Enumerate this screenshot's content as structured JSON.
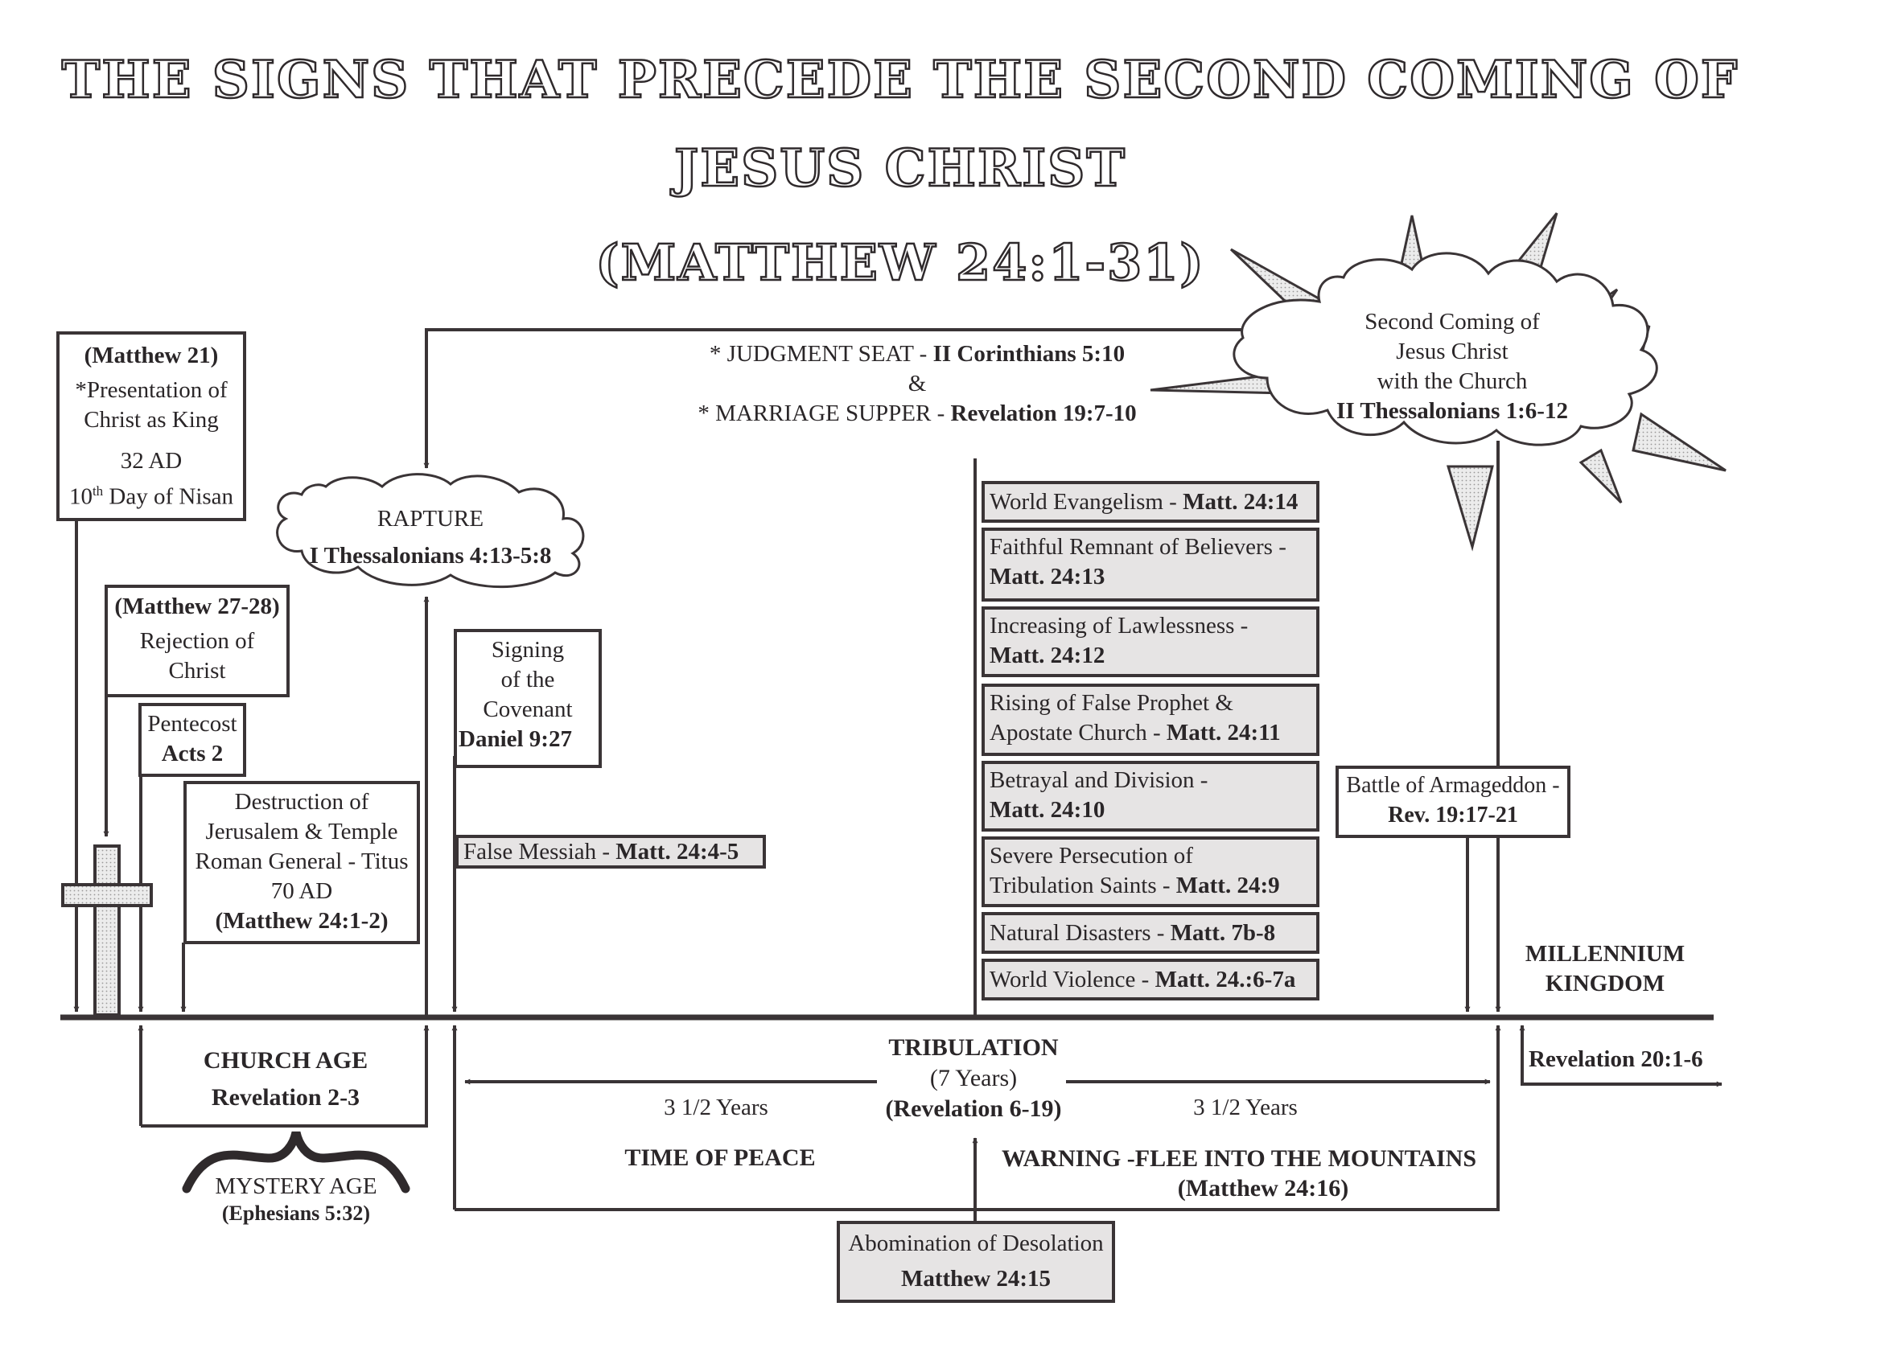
{
  "title": {
    "line1": "THE SIGNS THAT PRECEDE THE SECOND COMING OF",
    "line2": "JESUS CHRIST",
    "line3": "(MATTHEW 24:1-31)"
  },
  "second_coming": {
    "line1": "Second Coming of",
    "line2": "Jesus Christ",
    "line3": "with the  Church",
    "ref": "II Thessalonians 1:6-12"
  },
  "judgment": {
    "line1_text": "* JUDGMENT SEAT -",
    "line1_ref": "II Corinthians 5:10",
    "amp": "&",
    "line2_text": "* MARRIAGE SUPPER -",
    "line2_ref": "Revelation 19:7-10"
  },
  "matthew21": {
    "ref": "(Matthew 21)",
    "line1": "*Presentation of",
    "line2": "Christ as King",
    "year": "32 AD",
    "day_num": "10",
    "day_sup": "th",
    "day_rest": " Day of Nisan"
  },
  "rapture": {
    "label": "RAPTURE",
    "ref": "I Thessalonians 4:13-5:8"
  },
  "matthew27": {
    "ref": "(Matthew 27-28)",
    "line1": "Rejection of",
    "line2": "Christ"
  },
  "pentecost": {
    "line1": "Pentecost",
    "ref": "Acts 2"
  },
  "destruction": {
    "line1": "Destruction of",
    "line2": "Jerusalem & Temple",
    "line3": "Roman General - Titus",
    "year": "70 AD",
    "ref": "(Matthew 24:1-2)"
  },
  "covenant": {
    "line1": "Signing",
    "line2": "of the",
    "line3": "Covenant",
    "ref": "Daniel 9:27"
  },
  "false_messiah": {
    "text": "False Messiah  -",
    "ref": "Matt. 24:4-5"
  },
  "signs": [
    {
      "text": "World Evangelism -",
      "ref": "Matt. 24:14"
    },
    {
      "text": "Faithful Remnant of Believers -",
      "ref": "Matt. 24:13"
    },
    {
      "text": "Increasing of Lawlessness -",
      "ref": "Matt. 24:12"
    },
    {
      "text": "Rising of False Prophet &",
      "text2": "Apostate Church -",
      "ref": "Matt. 24:11"
    },
    {
      "text": "Betrayal and Division -",
      "ref": "Matt. 24:10"
    },
    {
      "text": "Severe Persecution of",
      "text2": "Tribulation Saints -",
      "ref": "Matt. 24:9"
    },
    {
      "text": "Natural Disasters -",
      "ref": "Matt. 7b-8"
    },
    {
      "text": "World Violence -",
      "ref": "Matt. 24.:6-7a"
    }
  ],
  "armageddon": {
    "line1": "Battle of Armageddon -",
    "ref": "Rev. 19:17-21"
  },
  "millennium": {
    "line1": "MILLENNIUM",
    "line2": "KINGDOM",
    "ref": "Revelation 20:1-6"
  },
  "church_age": {
    "label": "CHURCH AGE",
    "ref": "Revelation 2-3"
  },
  "mystery_age": {
    "label": "MYSTERY AGE",
    "ref": "(Ephesians 5:32)"
  },
  "tribulation": {
    "label": "TRIBULATION",
    "years": "(7 Years)",
    "ref": "(Revelation 6-19)",
    "half_left": "3 1/2 Years",
    "half_right": "3 1/2 Years",
    "peace": "TIME OF PEACE",
    "warning": "WARNING -FLEE INTO THE MOUNTAINS",
    "warning_ref": "(Matthew 24:16)"
  },
  "abomination": {
    "line1": "Abomination of Desolation",
    "ref": "Matthew 24:15"
  },
  "colors": {
    "ink": "#3a3436",
    "shade": "#e6e4e4",
    "paper": "#ffffff"
  }
}
